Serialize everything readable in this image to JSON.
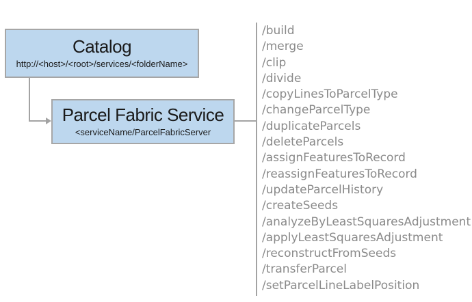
{
  "diagram": {
    "catalog": {
      "title": "Catalog",
      "subtitle": "http://<host>/<root>/services/<folderName>"
    },
    "service": {
      "title": "Parcel Fabric Service",
      "subtitle": "<serviceName/ParcelFabricServer"
    },
    "endpoints": [
      "/build",
      "/merge",
      "/clip",
      "/divide",
      "/copyLinesToParcelType",
      "/changeParcelType",
      "/duplicateParcels",
      "/deleteParcels",
      "/assignFeaturesToRecord",
      "/reassignFeaturesToRecord",
      "/updateParcelHistory",
      "/createSeeds",
      "/analyzeByLeastSquaresAdjustment",
      "/applyLeastSquaresAdjustment",
      "/reconstructFromSeeds",
      "/transferParcel",
      "/setParcelLineLabelPosition"
    ],
    "colors": {
      "box_fill": "#bdd7ee",
      "box_border": "#a6a6a6",
      "connector": "#a3a3a3",
      "endpoint_text": "#8a8a8a",
      "title_text": "#1a1a1a"
    }
  }
}
